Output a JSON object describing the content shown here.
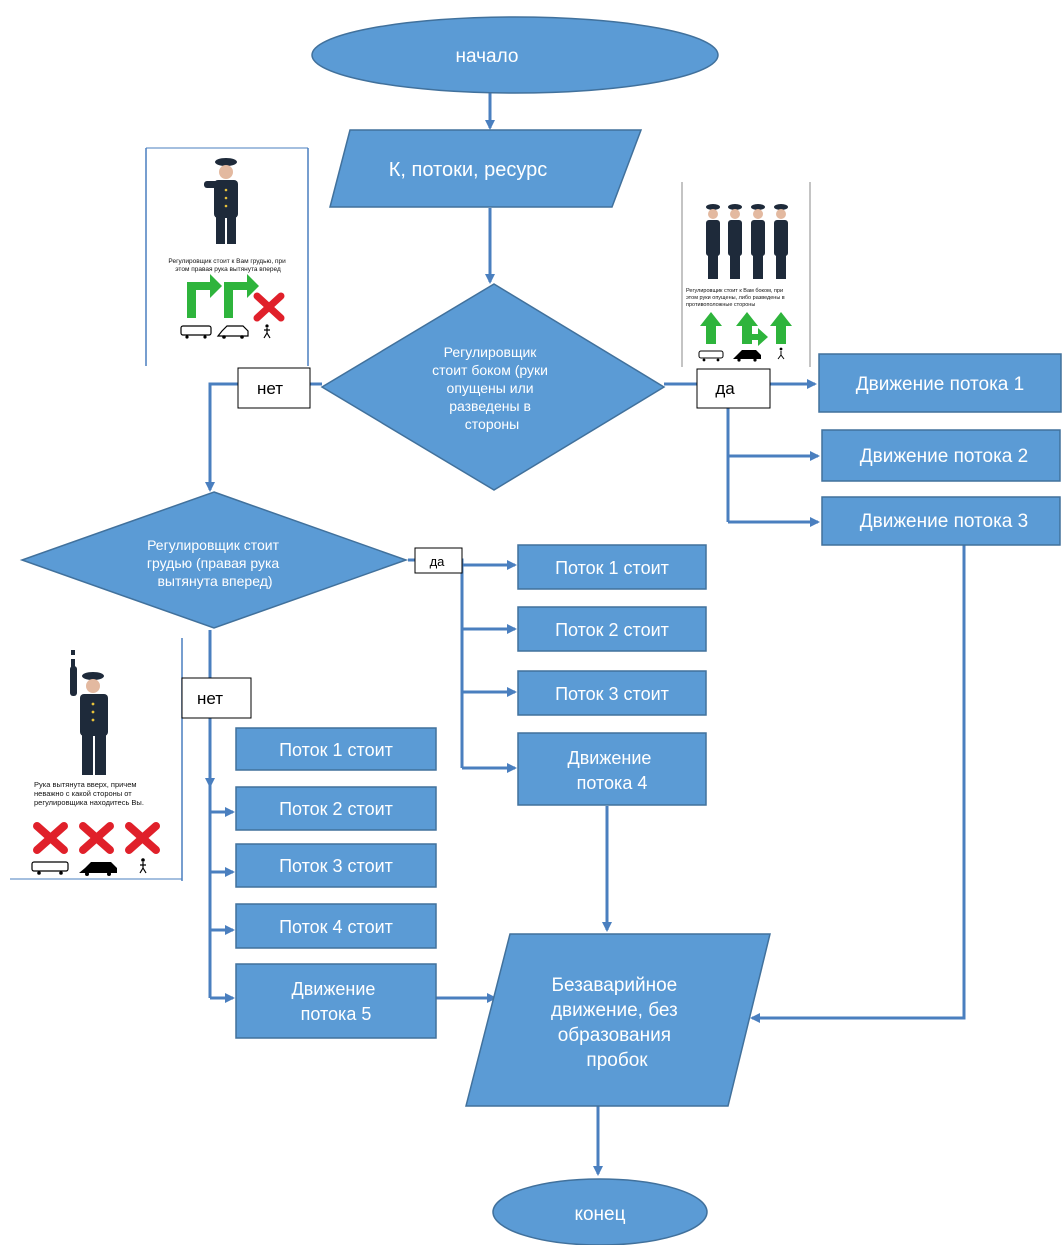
{
  "colors": {
    "shape_fill": "#5b9bd5",
    "shape_stroke": "#41719c",
    "connector": "#4a7fbf",
    "label_bg": "#ffffff",
    "green_arrow": "#2eb43c",
    "red_cross": "#e0202a",
    "uniform": "#1e2a3a"
  },
  "start": {
    "text": "начало"
  },
  "input": {
    "text": "К, потоки, ресурс"
  },
  "decision1": {
    "lines": [
      "Регулировщик",
      "стоит боком (руки",
      "опущены или",
      "разведены в",
      "стороны"
    ]
  },
  "decision1_no": "нет",
  "decision1_yes": "да",
  "flows_yes1": [
    {
      "text": "Движение потока 1"
    },
    {
      "text": "Движение потока 2"
    },
    {
      "text": "Движение потока 3"
    }
  ],
  "decision2": {
    "lines": [
      "Регулировщик стоит",
      "грудью (правая рука",
      "вытянута вперед)"
    ]
  },
  "decision2_yes": "да",
  "decision2_no": "нет",
  "flows_yes2": [
    {
      "lines": [
        "Поток 1 стоит"
      ]
    },
    {
      "lines": [
        "Поток 2 стоит"
      ]
    },
    {
      "lines": [
        "Поток 3 стоит"
      ]
    },
    {
      "lines": [
        "Движение",
        "потока 4"
      ]
    }
  ],
  "flows_no2": [
    {
      "lines": [
        "Поток 1 стоит"
      ]
    },
    {
      "lines": [
        "Поток 2 стоит"
      ]
    },
    {
      "lines": [
        "Поток 3 стоит"
      ]
    },
    {
      "lines": [
        "Поток 4 стоит"
      ]
    },
    {
      "lines": [
        "Движение",
        "потока 5"
      ]
    }
  ],
  "output": {
    "lines": [
      "Безаварийное",
      "движение, без",
      "образования",
      "пробок"
    ]
  },
  "end": {
    "text": "конец"
  },
  "illustration_chest": {
    "caption_lines": [
      "Регулировщик стоит к Вам грудью, при",
      "этом правая рука вытянута вперед"
    ],
    "icons": [
      "arrow-right-green-icon",
      "arrow-right-green-icon",
      "red-cross-icon",
      "tram-icon",
      "car-icon",
      "pedestrian-icon"
    ]
  },
  "illustration_side": {
    "caption_lines": [
      "Регулировщик стоит к Вам боком, при",
      "этом руки опущены, либо разведены в",
      "противоположные стороны"
    ],
    "icons": [
      "arrow-up-green-icon",
      "arrow-up-right-green-icon",
      "arrow-up-green-icon",
      "tram-icon",
      "car-icon",
      "pedestrian-icon"
    ]
  },
  "illustration_up": {
    "caption_lines": [
      "Рука вытянута вверх, причем",
      "неважно с какой стороны от",
      "регулировщика находитесь Вы."
    ],
    "icons": [
      "red-cross-icon",
      "red-cross-icon",
      "red-cross-icon",
      "tram-icon",
      "car-icon",
      "pedestrian-icon"
    ]
  }
}
